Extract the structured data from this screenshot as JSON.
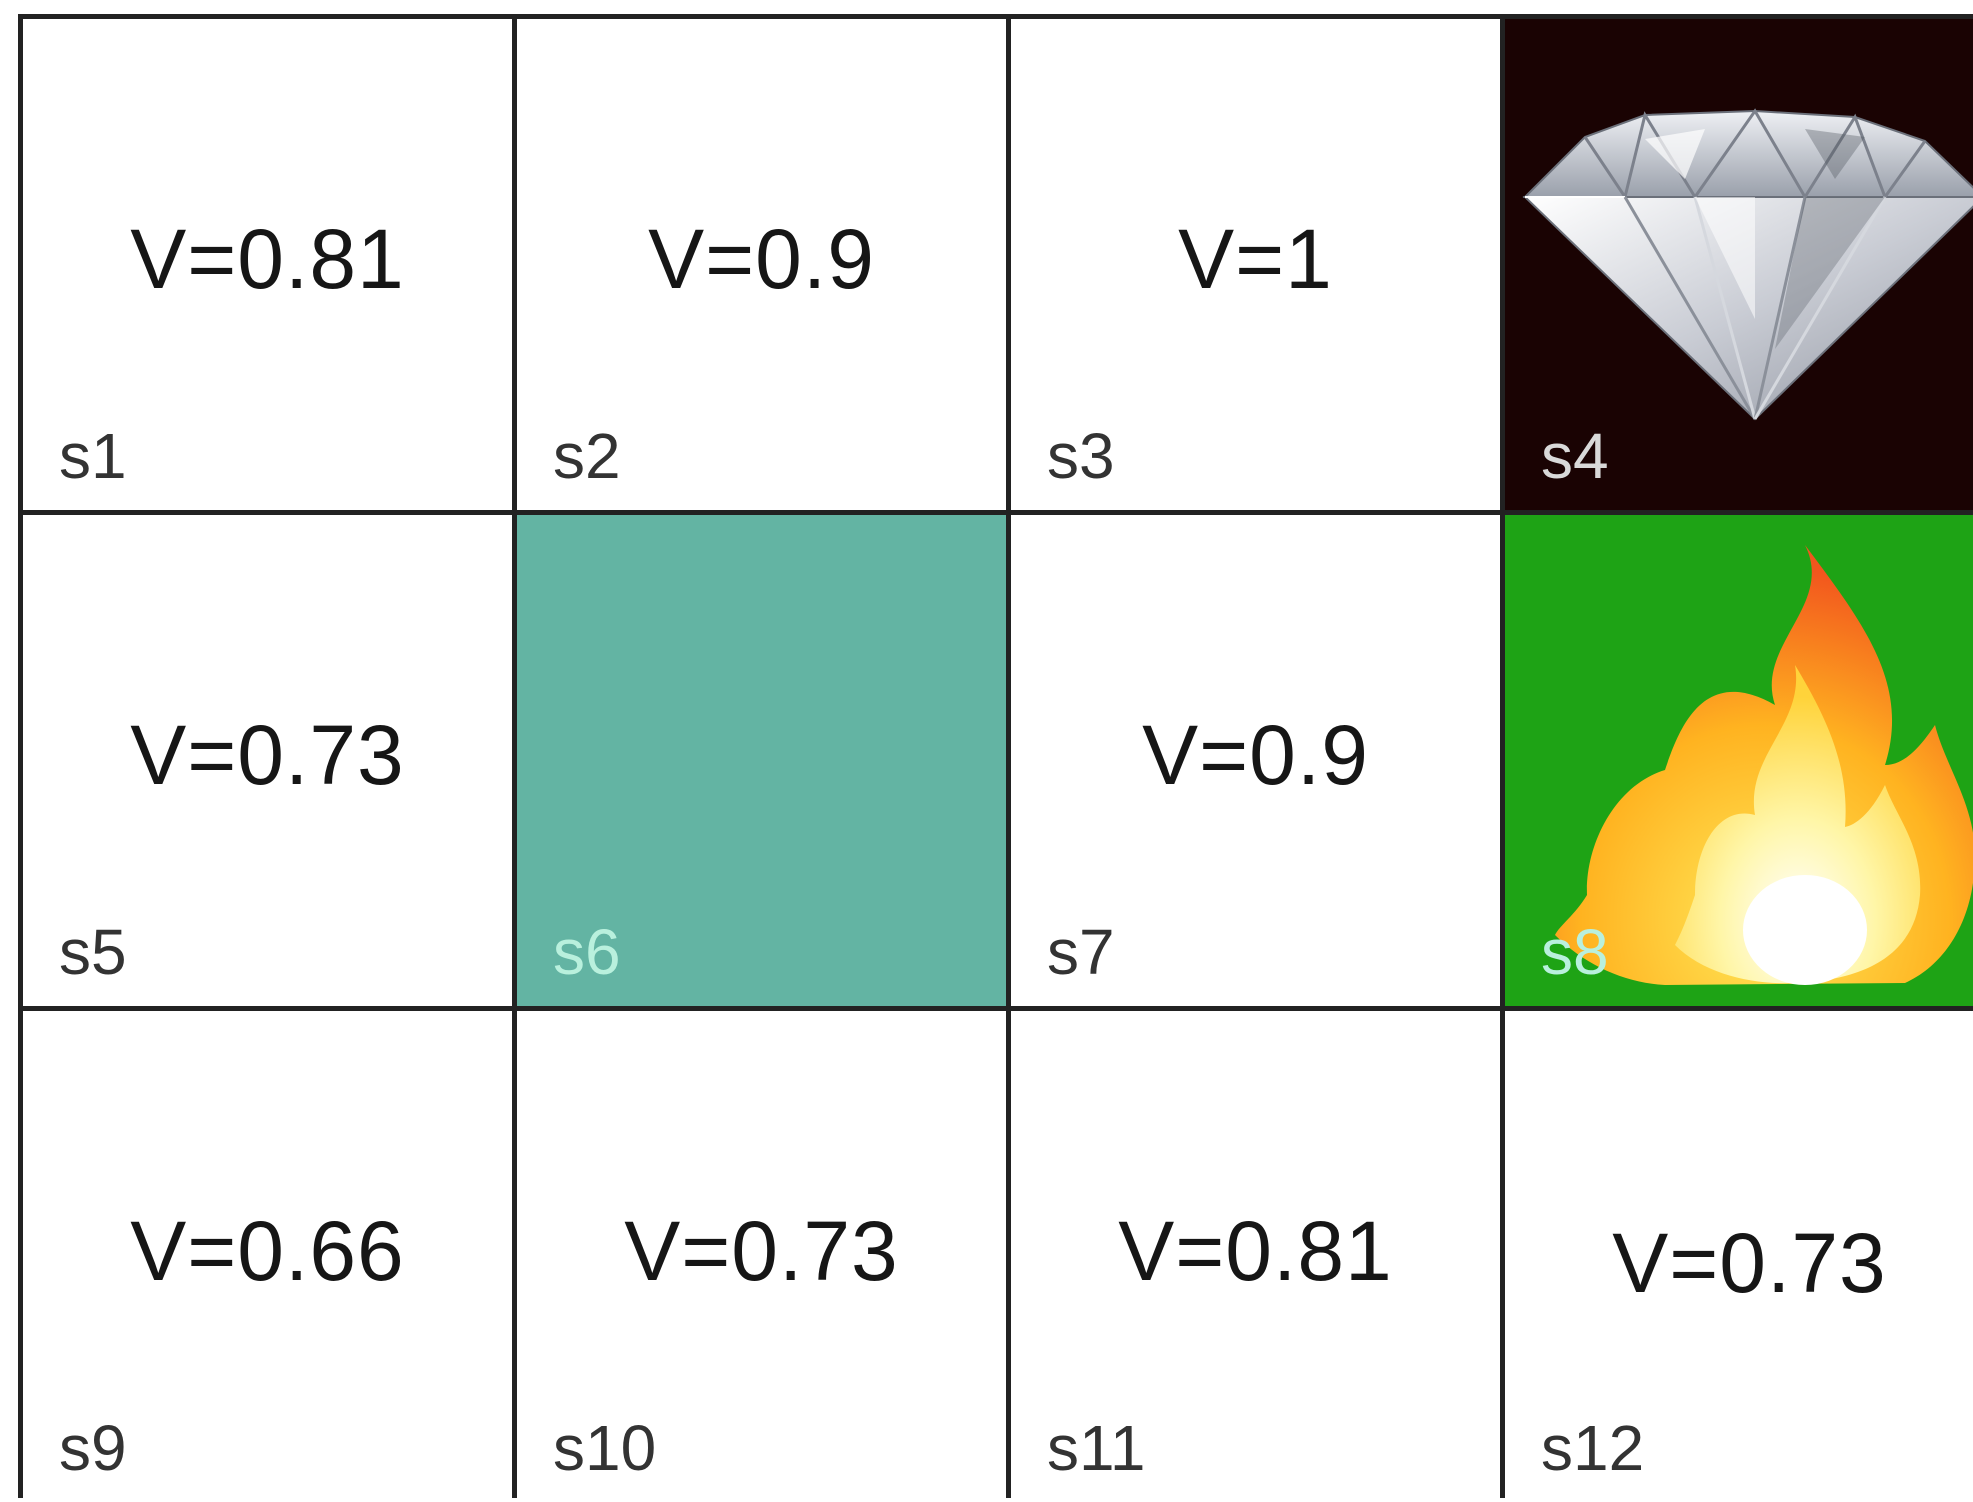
{
  "grid": {
    "cells": [
      {
        "state": "s1",
        "value": "V=0.81"
      },
      {
        "state": "s2",
        "value": "V=0.9"
      },
      {
        "state": "s3",
        "value": "V=1"
      },
      {
        "state": "s4",
        "value": "",
        "icon": "diamond-icon",
        "background": "#1a0303"
      },
      {
        "state": "s5",
        "value": "V=0.73"
      },
      {
        "state": "s6",
        "value": "",
        "background": "#63b4a3"
      },
      {
        "state": "s7",
        "value": "V=0.9"
      },
      {
        "state": "s8",
        "value": "",
        "icon": "fire-icon",
        "background": "#1ea315"
      },
      {
        "state": "s9",
        "value": "V=0.66"
      },
      {
        "state": "s10",
        "value": "V=0.73"
      },
      {
        "state": "s11",
        "value": "V=0.81"
      },
      {
        "state": "s12",
        "value": "V=0.73"
      }
    ]
  }
}
